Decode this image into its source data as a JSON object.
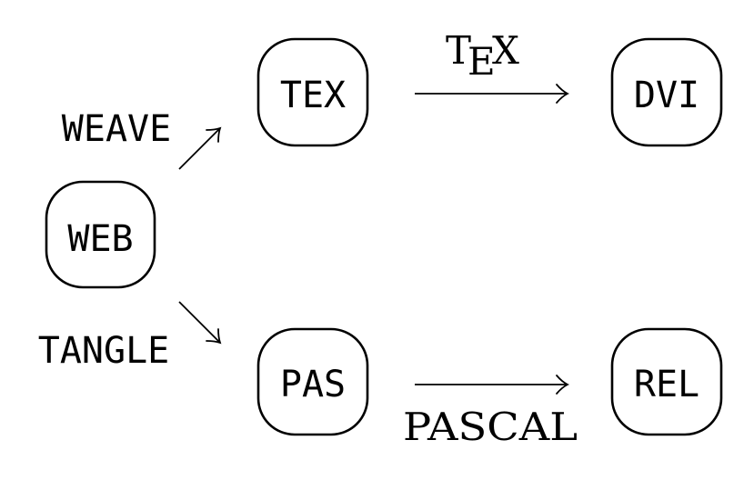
{
  "nodes": {
    "web": "WEB",
    "tex": "TEX",
    "pas": "PAS",
    "dvi": "DVI",
    "rel": "REL"
  },
  "edges": {
    "weave": "WEAVE",
    "tangle": "TANGLE",
    "tex_logo": {
      "t": "T",
      "e": "E",
      "x": "X"
    },
    "pascal": "PASCAL"
  }
}
